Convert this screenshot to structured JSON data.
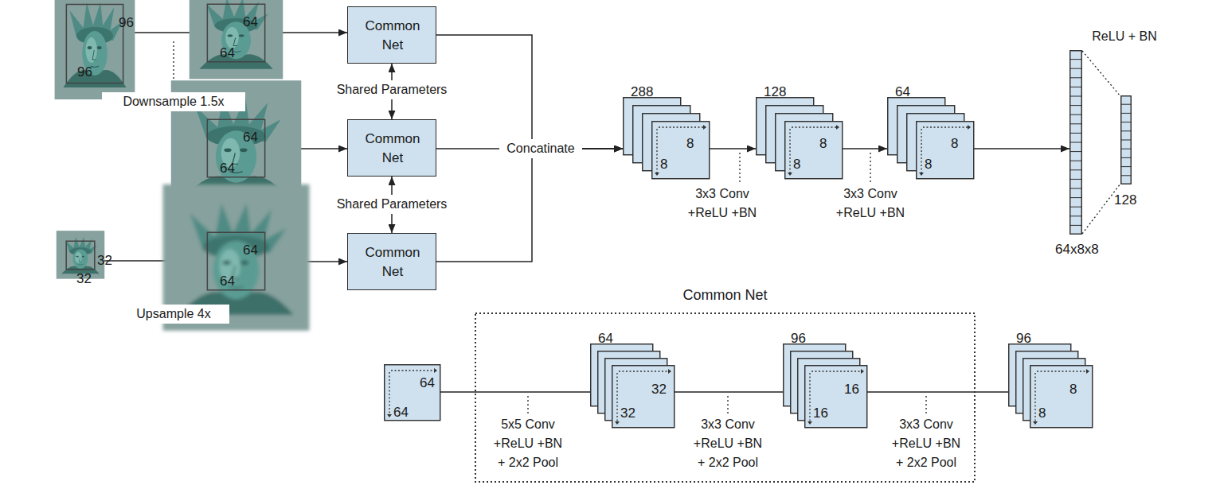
{
  "diagram": {
    "nodes": [
      {
        "text": [
          "96",
          "96"
        ]
      },
      {
        "text": [
          "64",
          "64"
        ]
      },
      {
        "text": [
          "64",
          "64"
        ]
      },
      {
        "text": [
          "32",
          "32"
        ]
      },
      {
        "text": [
          "64",
          "64"
        ]
      },
      {
        "text": [
          "Common Net"
        ]
      },
      {
        "text": [
          "Common Net"
        ]
      },
      {
        "text": [
          "Common Net"
        ]
      },
      {
        "text": [
          "288",
          "8",
          "8"
        ]
      },
      {
        "text": [
          "128",
          "8",
          "8"
        ]
      },
      {
        "text": [
          "64",
          "8",
          "8"
        ]
      },
      {
        "text": [
          "64x8x8"
        ]
      },
      {
        "text": [
          "128"
        ]
      },
      {
        "text": [
          "64",
          "64"
        ]
      },
      {
        "text": [
          "Common Net"
        ]
      },
      {
        "text": [
          "64",
          "32",
          "32"
        ],
        "in": 14
      },
      {
        "text": [
          "96",
          "16",
          "16"
        ],
        "in": 14
      },
      {
        "text": [
          "96",
          "8",
          "8"
        ]
      }
    ],
    "edges": [
      {
        "from": 0,
        "to": 1,
        "arrow": "to",
        "label": "Downsample 1.5x"
      },
      {
        "from": 3,
        "to": 4,
        "arrow": "to",
        "label": "Upsample 4x"
      },
      {
        "from": 1,
        "to": 5,
        "arrow": "to"
      },
      {
        "from": 2,
        "to": 6,
        "arrow": "to"
      },
      {
        "from": 4,
        "to": 7,
        "arrow": "to"
      },
      {
        "from": 5,
        "to": 6,
        "arrow": "both",
        "label": "Shared Parameters"
      },
      {
        "from": 6,
        "to": 7,
        "arrow": "both",
        "label": "Shared Parameters"
      },
      {
        "from": 5,
        "to": 8,
        "arrow": "to"
      },
      {
        "from": 6,
        "to": 8,
        "arrow": "to",
        "label": "Concatinate"
      },
      {
        "from": 7,
        "to": 8,
        "arrow": "to"
      },
      {
        "from": 8,
        "to": 9,
        "arrow": "to",
        "label": "3x3 Conv +ReLU +BN"
      },
      {
        "from": 9,
        "to": 10,
        "arrow": "to",
        "label": "3x3 Conv +ReLU +BN"
      },
      {
        "from": 10,
        "to": 11,
        "arrow": "to"
      },
      {
        "from": 11,
        "to": 12,
        "arrow": "none",
        "label": "ReLU + BN"
      },
      {
        "from": 13,
        "to": 15,
        "arrow": "none",
        "label": "5x5 Conv +ReLU +BN + 2x2 Pool"
      },
      {
        "from": 15,
        "to": 16,
        "arrow": "none",
        "label": "3x3 Conv +ReLU +BN + 2x2 Pool"
      },
      {
        "from": 16,
        "to": 17,
        "arrow": "none",
        "label": "3x3 Conv +ReLU +BN + 2x2 Pool"
      }
    ]
  }
}
